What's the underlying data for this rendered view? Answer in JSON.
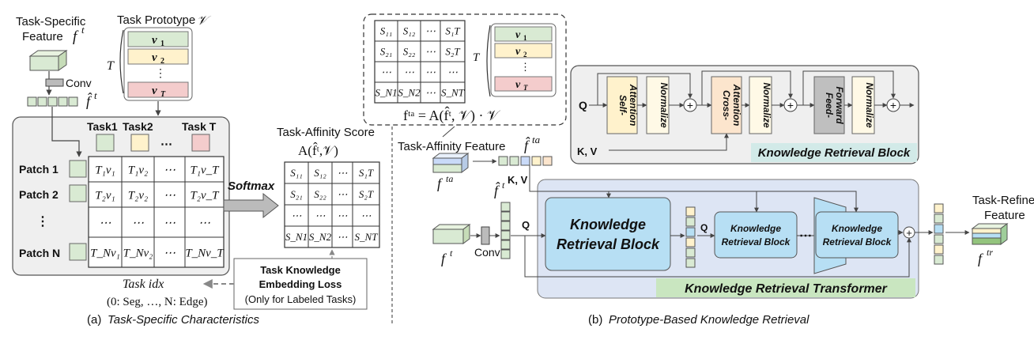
{
  "left": {
    "task_specific_line1": "Task-Specific",
    "feature_word": "Feature",
    "f_t": "f",
    "sup_t": "t",
    "task_prototype": "Task Prototype",
    "proto_symbol": "𝒱",
    "T": "T",
    "v1": "v",
    "v1_sub": "1",
    "v2": "v",
    "v2_sub": "2",
    "vdots": "⋮",
    "vT": "v",
    "vT_sub": "T",
    "conv": "Conv",
    "fhat": "f̂",
    "tasks": [
      "Task1",
      "Task2",
      "Task T"
    ],
    "dots": "⋯",
    "patches": [
      "Patch 1",
      "Patch 2",
      "Patch N"
    ],
    "patch_vdots": "⋮",
    "grid": [
      [
        "T₁v₁",
        "T₁v₂",
        "⋯",
        "T₁v_T"
      ],
      [
        "T₂v₁",
        "T₂v₂",
        "⋯",
        "T₂v_T"
      ],
      [
        "⋯",
        "⋯",
        "⋯",
        "⋯"
      ],
      [
        "T_Nv₁",
        "T_Nv₂",
        "⋯",
        "T_Nv_T"
      ]
    ],
    "softmax": "Softmax",
    "affinity_title": "Task-Affinity Score",
    "affinity_formula": "A(f̂ᵗ,𝒱)",
    "S_grid": [
      [
        "S₁₁",
        "S₁₂",
        "⋯",
        "S₁T"
      ],
      [
        "S₂₁",
        "S₂₂",
        "⋯",
        "S₂T"
      ],
      [
        "⋯",
        "⋯",
        "⋯",
        "⋯"
      ],
      [
        "S_N1",
        "S_N2",
        "⋯",
        "S_NT"
      ]
    ],
    "loss_line1": "Task Knowledge",
    "loss_line2": "Embedding Loss",
    "loss_line3": "(Only for Labeled Tasks)",
    "task_idx": "Task idx",
    "task_idx_range": "(0: Seg, …, N: Edge)",
    "caption_prefix": "(a)",
    "caption": "Task-Specific Characteristics"
  },
  "top_box": {
    "S_grid": [
      [
        "S₁₁",
        "S₁₂",
        "⋯",
        "S₁T"
      ],
      [
        "S₂₁",
        "S₂₂",
        "⋯",
        "S₂T"
      ],
      [
        "⋯",
        "⋯",
        "⋯",
        "⋯"
      ],
      [
        "S_N1",
        "S_N2",
        "⋯",
        "S_NT"
      ]
    ],
    "T": "T",
    "formula": "fᵗᵃ = A(f̂ᵗ, 𝒱) · 𝒱"
  },
  "krb": {
    "Q": "Q",
    "KV": "K, V",
    "self_attention": [
      "Self-",
      "Attention"
    ],
    "normalize": "Normalize",
    "cross_attention": [
      "Cross-",
      "Attention"
    ],
    "feed_forward": [
      "Feed-",
      "Forward"
    ],
    "title": "Knowledge Retrieval Block"
  },
  "right": {
    "affinity_feature": "Task-Affinity Feature",
    "fta": "f",
    "sup_ta": "ta",
    "KV": "K, V",
    "fhat_t": "f̂",
    "sup_t": "t",
    "ft": "f",
    "conv": "Conv",
    "Q": "Q",
    "Q2": "Q",
    "big_block": [
      "Knowledge",
      "Retrieval Block"
    ],
    "small_block": [
      "Knowledge",
      "Retrieval Block"
    ],
    "dots": "⋯",
    "transformer_title": "Knowledge Retrieval Transformer",
    "refined_line1": "Task-Refined",
    "refined_line2": "Feature",
    "ftr": "f",
    "sup_tr": "tr",
    "caption_prefix": "(b)",
    "caption": "Prototype-Based Knowledge Retrieval"
  },
  "colors": {
    "green": "#d9ead3",
    "yellow": "#fff2cc",
    "orange": "#f4cccc",
    "block_blue": "#b7dff4",
    "krb_gray": "#efefef",
    "teal_label": "#d2eae8",
    "transformer_bg": "#dde5f4",
    "green_label": "#c9e6c0"
  }
}
